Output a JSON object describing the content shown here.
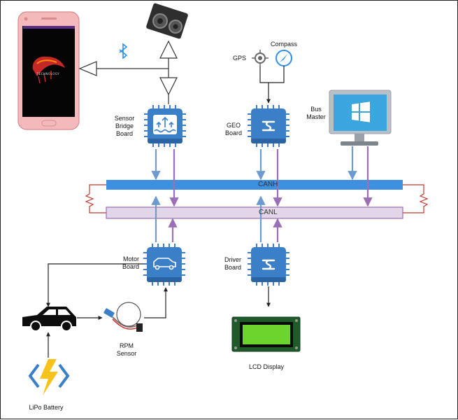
{
  "labels": {
    "sensor_bridge": [
      "Sensor",
      "Bridge",
      "Board"
    ],
    "geo": [
      "GEO",
      "Board"
    ],
    "bus_master": [
      "Bus",
      "Master"
    ],
    "gps": "GPS",
    "compass": "Compass",
    "motor": [
      "Motor",
      "Board"
    ],
    "driver": [
      "Driver",
      "Board"
    ],
    "rpm": [
      "RPM",
      "Sensor"
    ],
    "lcd": "LCD Display",
    "battery": "LiPo Battery",
    "canh": "CANH",
    "canl": "CANL"
  },
  "colors": {
    "canh_bus": "#3d8fe0",
    "canl_bus": "#e2d6e8",
    "chip": "#3a7fc7",
    "chip_dark": "#2a64a3",
    "arrow_blue": "#6c9bd2",
    "arrow_purple": "#9b6fb5",
    "terminator": "#c0392b",
    "bluetooth": "#2f8fe6",
    "phone_body": "#f4b9bb"
  },
  "icons": [
    "phone-icon",
    "ultrasonic-sensor-icon",
    "bluetooth-icon",
    "gps-icon",
    "compass-icon",
    "monitor-icon",
    "windows-logo-icon",
    "chip-icon",
    "car-icon",
    "rpm-sensor-icon",
    "lcd-display-icon",
    "battery-icon"
  ]
}
